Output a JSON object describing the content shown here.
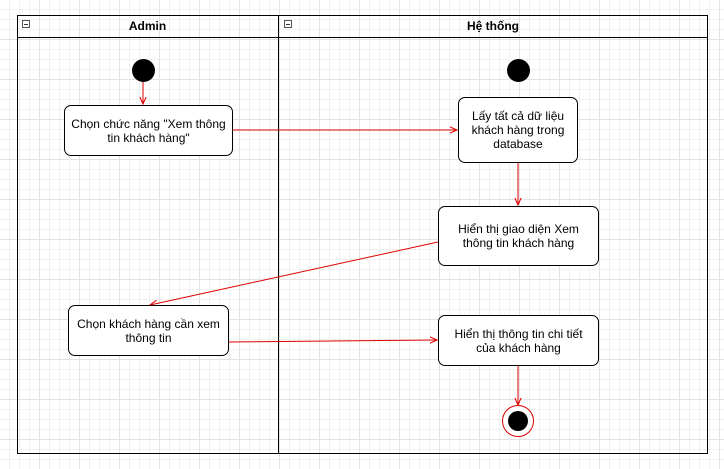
{
  "lanes": [
    {
      "title": "Admin"
    },
    {
      "title": "Hệ thống"
    }
  ],
  "nodes": {
    "choose_function": "Chọn chức năng \"Xem thông tin khách hàng\"",
    "fetch_data": "Lấy tất cả dữ liệu khách hàng trong database",
    "show_view": "Hiển thị giao diện Xem thông tin khách hàng",
    "choose_customer": "Chọn khách hàng cần xem thông tin",
    "show_detail": "Hiển thị thông tin chi tiết của khách hàng"
  },
  "colors": {
    "edge": "#e00000",
    "line": "#000000"
  }
}
